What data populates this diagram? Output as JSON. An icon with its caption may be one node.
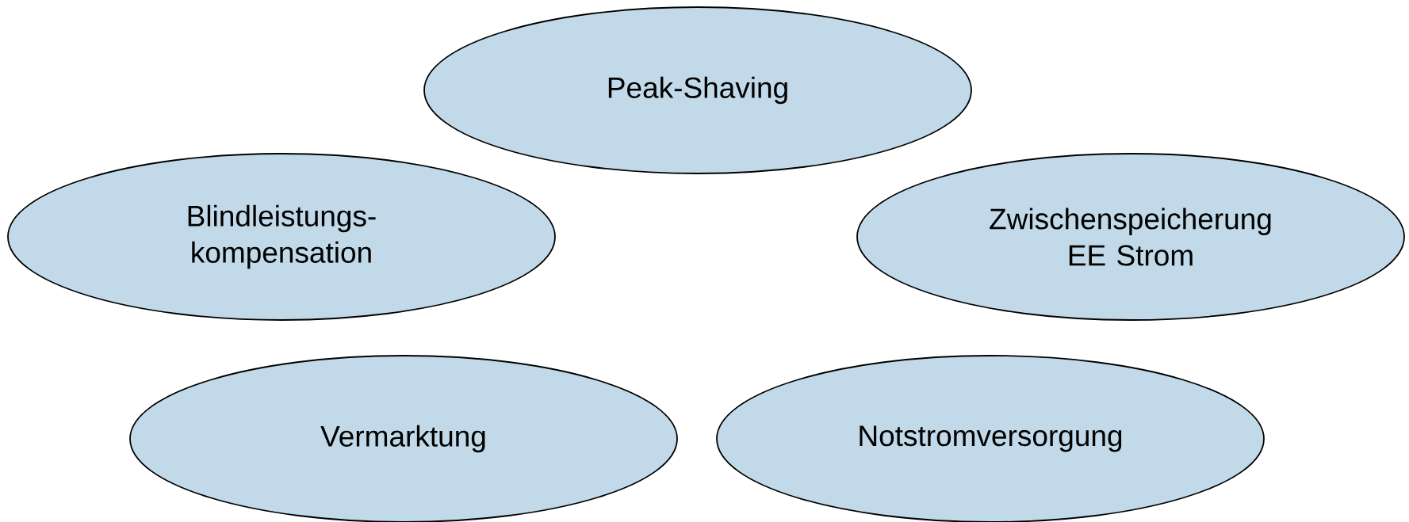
{
  "diagram": {
    "nodes": [
      {
        "text": [
          "Peak-Shaving"
        ]
      },
      {
        "text": [
          "Blindleistungs- kompensation"
        ]
      },
      {
        "text": [
          "Zwischenspeicherung EE Strom"
        ]
      },
      {
        "text": [
          "Vermarktung"
        ]
      },
      {
        "text": [
          "Notstromversorgung"
        ]
      }
    ]
  }
}
